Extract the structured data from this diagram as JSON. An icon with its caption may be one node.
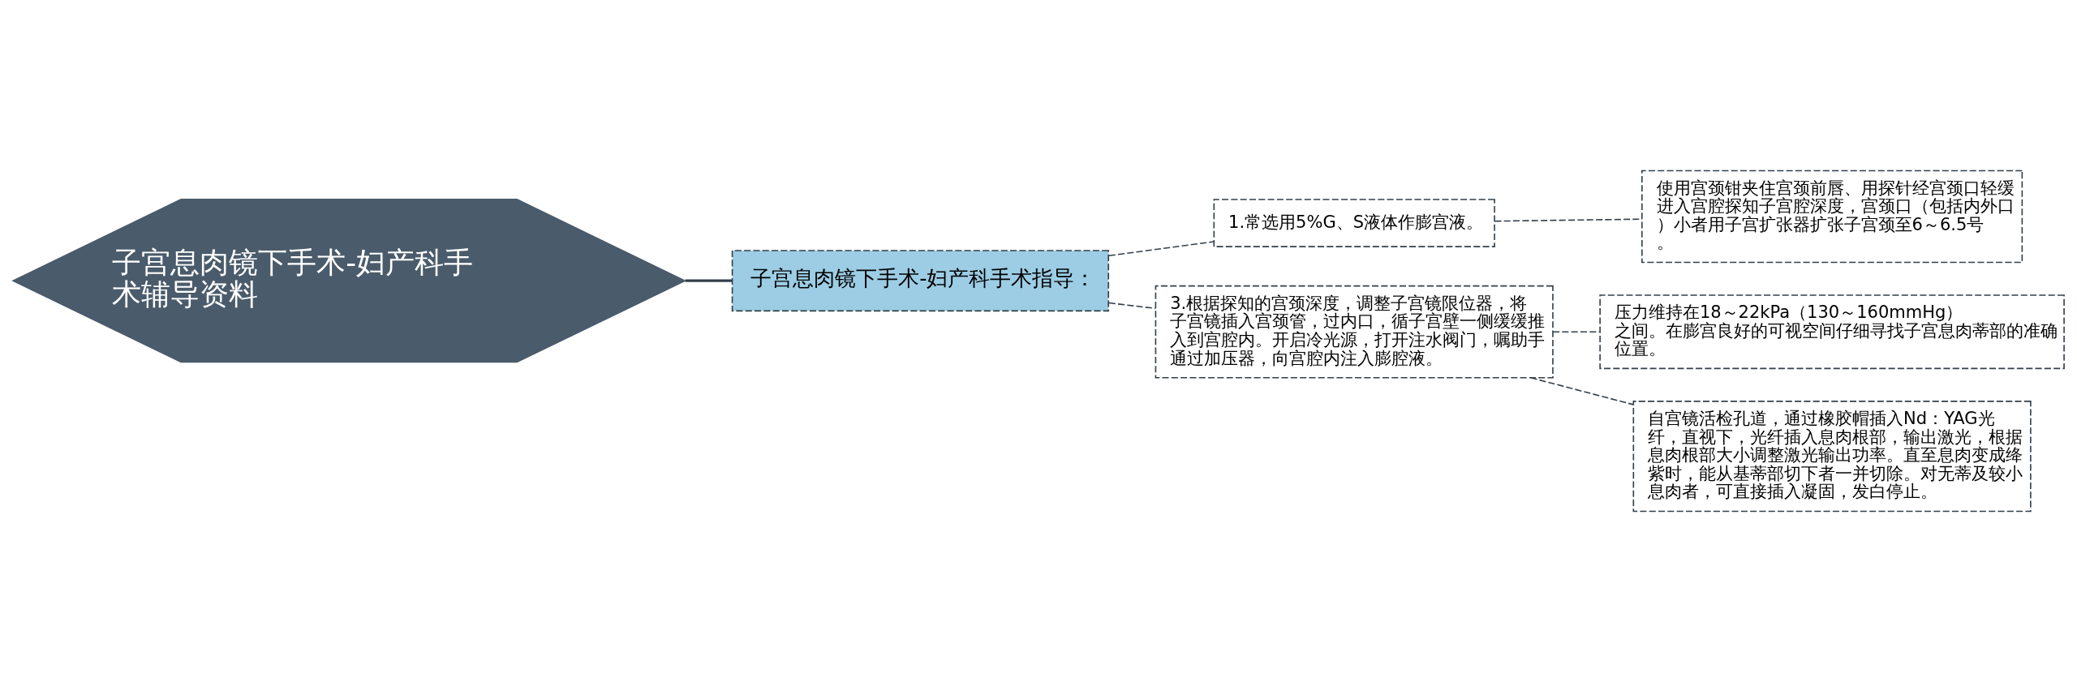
{
  "diagram": {
    "nodes": [
      {
        "text": [
          "子宫息肉镜下手术-妇产科手术辅导资料"
        ]
      },
      {
        "text": [
          "子宫息肉镜下手术-妇产科手术指导："
        ]
      },
      {
        "text": [
          "1.常选用5%G、S液体作膨宫液。"
        ]
      },
      {
        "text": [
          "使用宫颈钳夹住宫颈前唇、用探针经宫颈口轻缓进入宫腔探知子宫腔深度，宫颈口（包括内外口）小者用子宫扩张器扩张子宫颈至6～6.5号。"
        ]
      },
      {
        "text": [
          "3.根据探知的宫颈深度，调整子宫镜限位器，将子宫镜插入宫颈管，过内口，循子宫壁一侧缓缓推入到宫腔内。开启冷光源，打开注水阀门，嘱助手通过加压器，向宫腔内注入膨腔液。"
        ]
      },
      {
        "text": [
          "压力维持在18～22kPa（130～160mmHg）之间。在膨宫良好的可视空间仔细寻找子宫息肉蒂部的准确位置。"
        ]
      },
      {
        "text": [
          "自宫镜活检孔道，通过橡胶帽插入Nd：YAG光纤，直视下，光纤插入息肉根部，输出激光，根据息肉根部大小调整激光输出功率。直至息肉变成绛紫时，能从基蒂部切下者一并切除。对无蒂及较小息肉者，可直接插入凝固，发白停止。"
        ]
      }
    ],
    "edges": [
      {
        "from": 0,
        "to": 1,
        "arrow": "none"
      },
      {
        "from": 1,
        "to": 2,
        "arrow": "none",
        "style": "dashed"
      },
      {
        "from": 1,
        "to": 4,
        "arrow": "none",
        "style": "dashed"
      },
      {
        "from": 2,
        "to": 3,
        "arrow": "none",
        "style": "dashed"
      },
      {
        "from": 4,
        "to": 5,
        "arrow": "none",
        "style": "dashed"
      },
      {
        "from": 4,
        "to": 6,
        "arrow": "none",
        "style": "dashed"
      }
    ]
  }
}
